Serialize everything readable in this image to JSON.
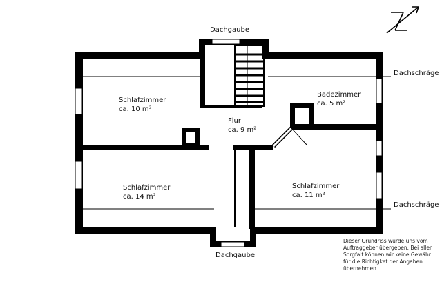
{
  "labels": {
    "dachgaube_top": "Dachgaube",
    "dachgaube_bottom": "Dachgaube",
    "dachschraege_top": "Dachschräge",
    "dachschraege_bottom": "Dachschräge"
  },
  "rooms": {
    "schlafzimmer_1": {
      "name": "Schlafzimmer",
      "area": "ca. 10 m²"
    },
    "flur": {
      "name": "Flur",
      "area": "ca. 9 m²"
    },
    "badezimmer": {
      "name": "Badezimmer",
      "area": "ca. 5 m²"
    },
    "schlafzimmer_2": {
      "name": "Schlafzimmer",
      "area": "ca. 14 m²"
    },
    "schlafzimmer_3": {
      "name": "Schlafzimmer",
      "area": "ca. 11 m²"
    }
  },
  "disclaimer": {
    "line1": "Dieser Grundriss wurde uns vom",
    "line2": "Auftraggeber übergeben. Bei aller",
    "line3": "Sorgfalt können wir keine Gewähr",
    "line4": "für die Richtigket der Angaben",
    "line5": "übernehmen."
  },
  "colors": {
    "wall": "#000000",
    "background": "#ffffff"
  },
  "icons": {
    "north_arrow": "north-arrow-icon"
  }
}
